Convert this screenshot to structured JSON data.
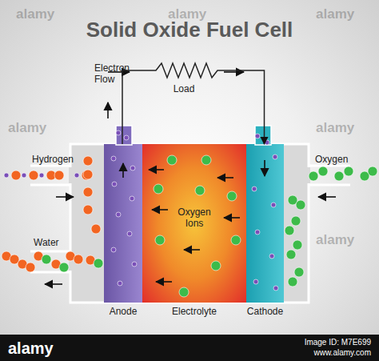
{
  "diagram": {
    "title": "Solid Oxide Fuel Cell",
    "nodes": [
      {
        "text": [
          "Anode"
        ]
      },
      {
        "text": [
          "Electrolyte",
          "Oxygen Ions"
        ]
      },
      {
        "text": [
          "Cathode"
        ]
      }
    ],
    "edges": [
      {
        "from": 0,
        "to": 2,
        "arrow": "to"
      }
    ],
    "labels": [
      "Electron Flow",
      "Load",
      "Hydrogen",
      "Water",
      "Oxygen",
      "alamy",
      "alamy",
      "alamy",
      "alamy",
      "alamy",
      "alamy",
      "alamy",
      "Image ID: M7E699",
      "www.alamy.com"
    ]
  }
}
